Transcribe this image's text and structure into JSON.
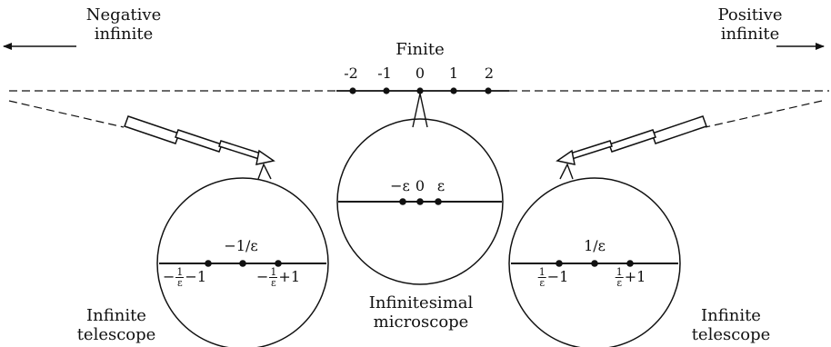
{
  "labels": {
    "negative_infinite": {
      "line1": "Negative",
      "line2": "infinite"
    },
    "positive_infinite": {
      "line1": "Positive",
      "line2": "infinite"
    },
    "finite": "Finite",
    "infinite_telescope_left": {
      "line1": "Infinite",
      "line2": "telescope"
    },
    "infinitesimal_microscope": {
      "line1": "Infinitesimal",
      "line2": "microscope"
    },
    "infinite_telescope_right": {
      "line1": "Infinite",
      "line2": "telescope"
    }
  },
  "main_line_ticks": [
    "-2",
    "-1",
    "0",
    "1",
    "2"
  ],
  "microscope": {
    "labels": [
      "−ε",
      "0",
      "ε"
    ]
  },
  "left_lens": {
    "center_label": "−1/ε",
    "left_label": {
      "sign": "−",
      "num": "1",
      "den": "ε",
      "rest": "−1"
    },
    "right_label": {
      "sign": "−",
      "num": "1",
      "den": "ε",
      "rest": "+1"
    }
  },
  "right_lens": {
    "center_label": "1/ε",
    "left_label": {
      "sign": "",
      "num": "1",
      "den": "ε",
      "rest": "−1"
    },
    "right_label": {
      "sign": "",
      "num": "1",
      "den": "ε",
      "rest": "+1"
    }
  },
  "colors": {
    "ink": "#111111",
    "background": "#ffffff"
  }
}
